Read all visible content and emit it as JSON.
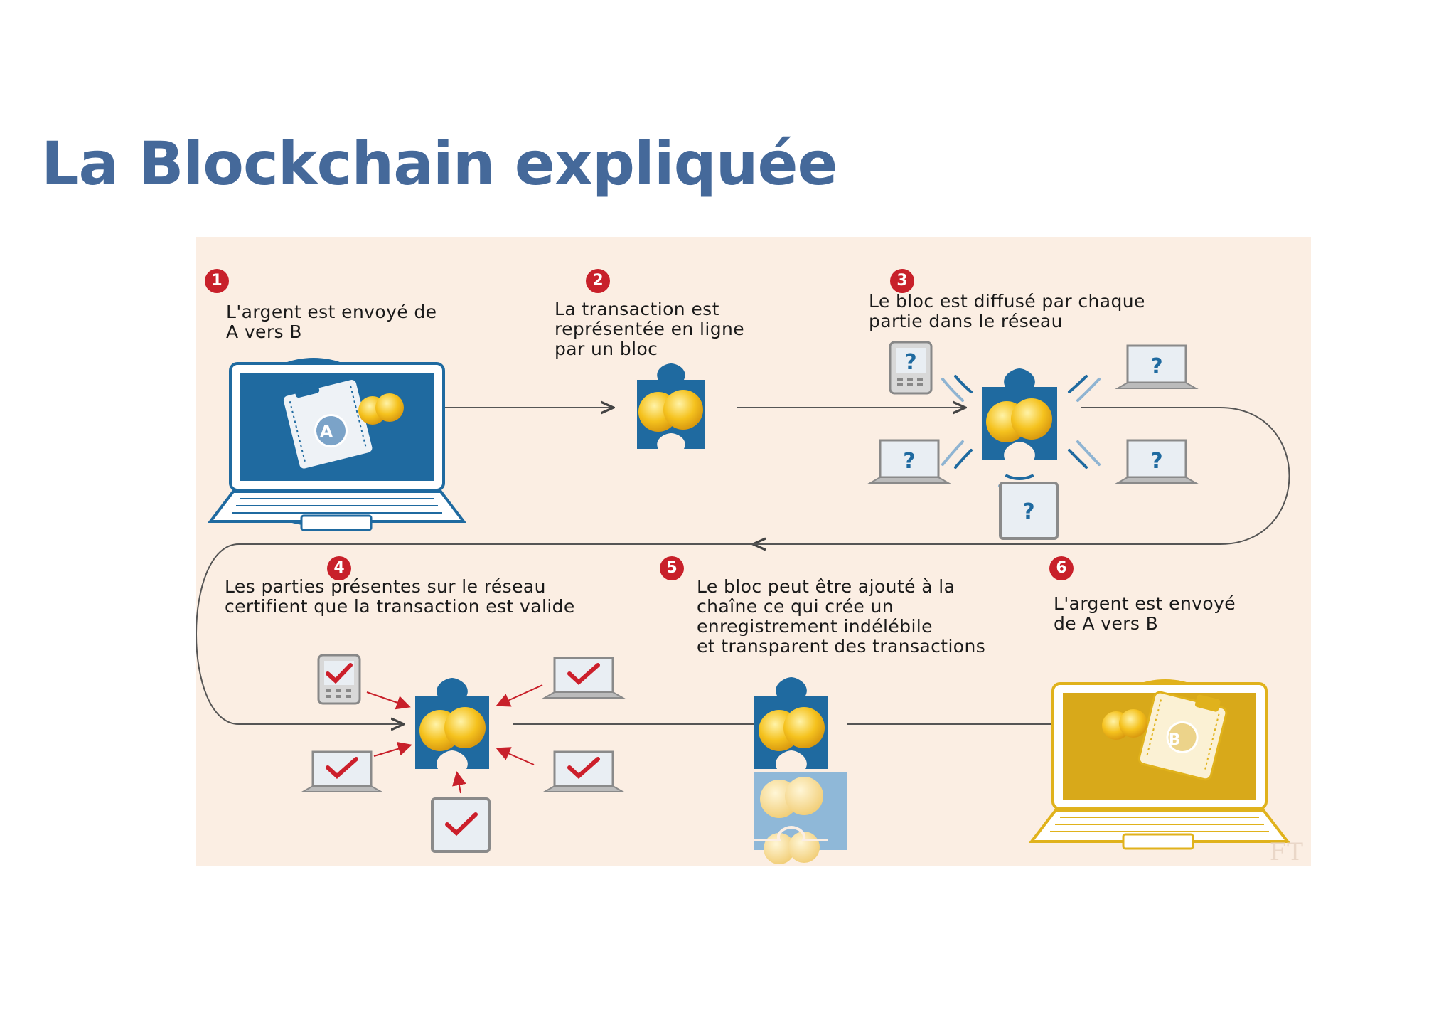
{
  "slide": {
    "title": "La Blockchain expliquée"
  },
  "diagram": {
    "steps": [
      {
        "number": "1",
        "text": "L'argent est envoyé de\nA vers B"
      },
      {
        "number": "2",
        "text": "La transaction est\nreprésentée en ligne\npar un bloc"
      },
      {
        "number": "3",
        "text": "Le bloc est diffusé par chaque\npartie dans le réseau"
      },
      {
        "number": "4",
        "text": "Les parties présentes sur le réseau\ncertifient que la transaction est valide"
      },
      {
        "number": "5",
        "text": "Le bloc peut être ajouté à la\nchaîne ce qui crée un\nenregistrement indélébile\net transparent des transactions"
      },
      {
        "number": "6",
        "text": "L'argent est envoyé\nde A  vers B"
      }
    ],
    "wallet_a_label": "A",
    "wallet_b_label": "B",
    "query_mark": "?",
    "watermark": "FT",
    "colors": {
      "blue": "#1f6aa0",
      "gold": "#e0b21c",
      "red": "#c8202a",
      "coin": "#f5c21e",
      "check": "#cc1f2b",
      "background": "#fbeee3"
    }
  }
}
